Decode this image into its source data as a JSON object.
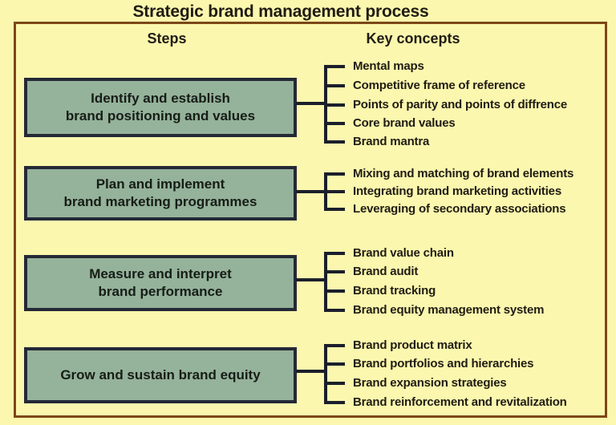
{
  "title": "Strategic brand management process",
  "headers": {
    "steps": "Steps",
    "key_concepts": "Key concepts"
  },
  "colors": {
    "background": "#fbf7ae",
    "frame_border": "#7d4716",
    "box_fill": "#95b29a",
    "box_border": "#242937",
    "line": "#1b1f2b",
    "text": "#201c14"
  },
  "sections": [
    {
      "step_lines": [
        "Identify and establish",
        "brand positioning and values"
      ],
      "concepts": [
        "Mental maps",
        "Competitive frame of reference",
        "Points of parity and points of diffrence",
        "Core brand values",
        "Brand mantra"
      ]
    },
    {
      "step_lines": [
        "Plan and implement",
        "brand marketing programmes"
      ],
      "concepts": [
        "Mixing and matching of brand elements",
        "Integrating brand marketing activities",
        "Leveraging of secondary associations"
      ]
    },
    {
      "step_lines": [
        "Measure and interpret",
        "brand performance"
      ],
      "concepts": [
        "Brand value chain",
        "Brand audit",
        "Brand tracking",
        "Brand equity management system"
      ]
    },
    {
      "step_lines": [
        "Grow and sustain brand equity"
      ],
      "concepts": [
        "Brand product matrix",
        "Brand portfolios and hierarchies",
        "Brand expansion strategies",
        "Brand reinforcement and revitalization"
      ]
    }
  ]
}
